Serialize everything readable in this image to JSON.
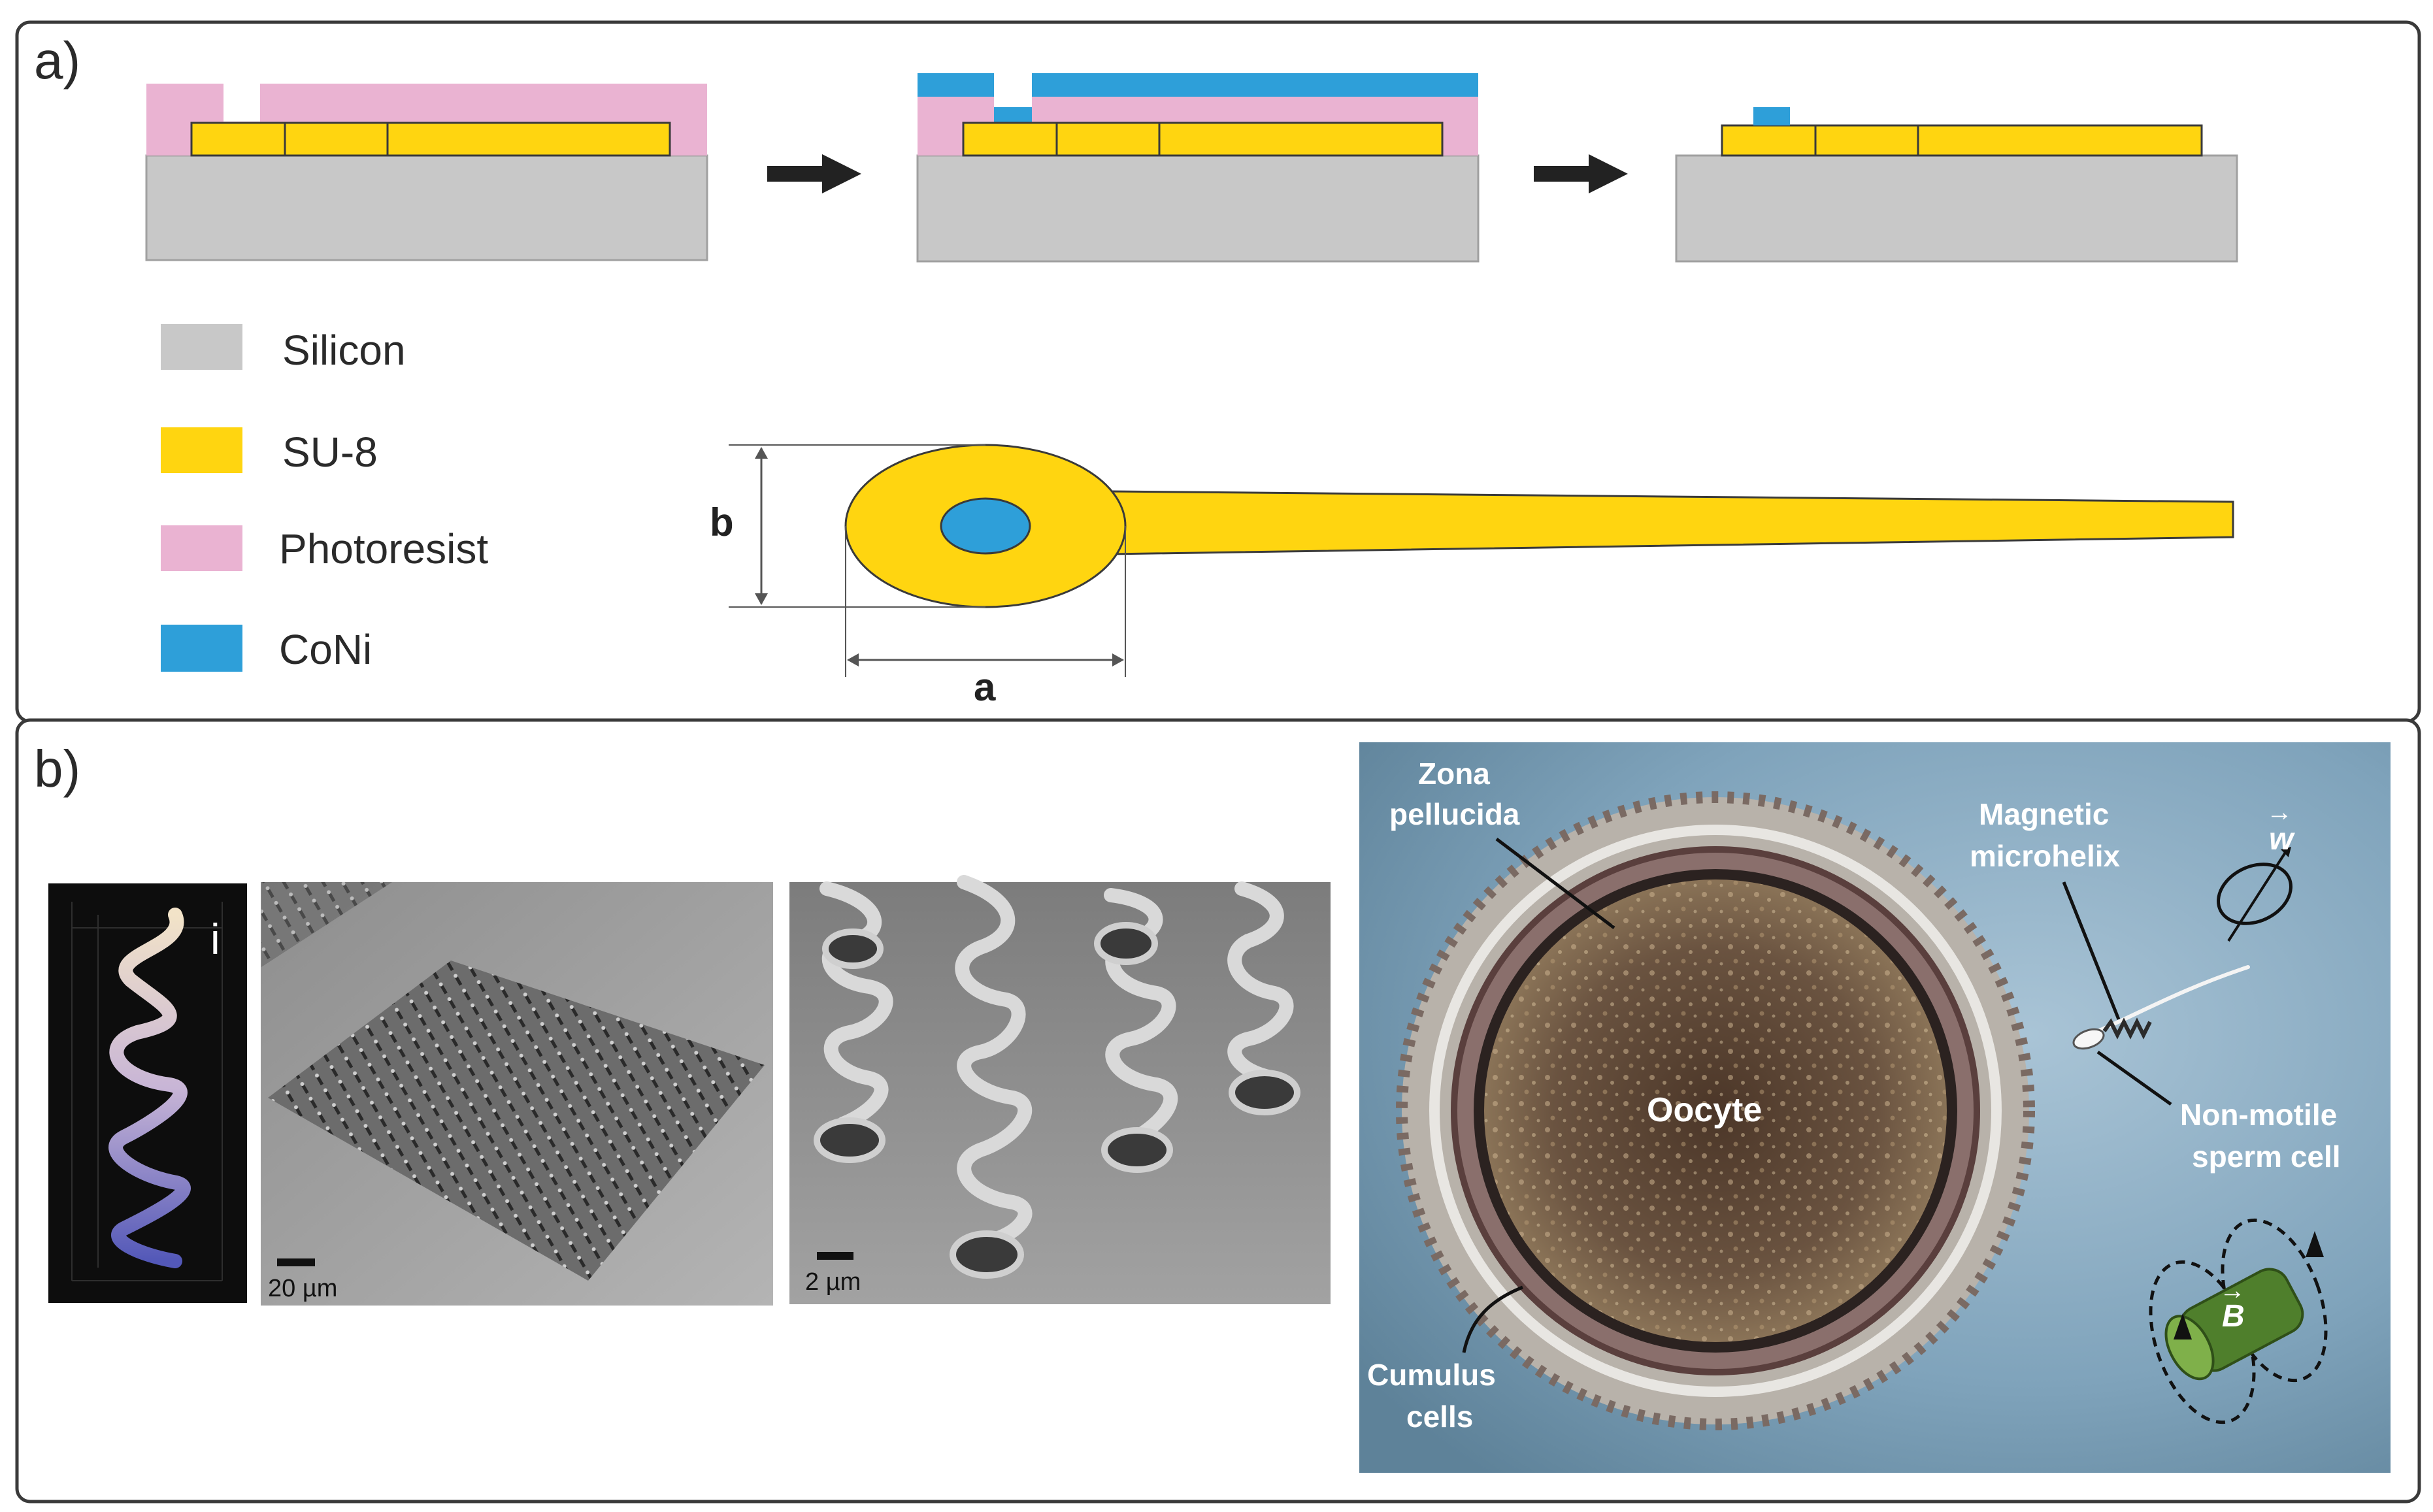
{
  "panel_a": {
    "label": "a)",
    "legend": [
      {
        "label": "Silicon",
        "color": "#c8c8c8"
      },
      {
        "label": "SU-8",
        "color": "#ffd510"
      },
      {
        "label": "Photoresist",
        "color": "#eab3d2"
      },
      {
        "label": "CoNi",
        "color": "#2e9fd9"
      }
    ],
    "dim_b": "b",
    "dim_a": "a"
  },
  "panel_b": {
    "label": "b)",
    "render_label": "i",
    "scale_1": "20 µm",
    "scale_2": "2 µm",
    "zona_1": "Zona",
    "zona_2": "pellucida",
    "magnetic_1": "Magnetic",
    "magnetic_2": "microhelix",
    "w_symbol": "w",
    "oocyte": "Oocyte",
    "nonmotile_1": "Non-motile",
    "nonmotile_2": "sperm cell",
    "cumulus_1": "Cumulus",
    "cumulus_2": "cells",
    "b_symbol": "B"
  },
  "colors": {
    "silicon": "#c8c8c8",
    "su8": "#ffd510",
    "photoresist": "#eab3d2",
    "coni": "#2e9fd9",
    "border": "#3a3a3a"
  }
}
